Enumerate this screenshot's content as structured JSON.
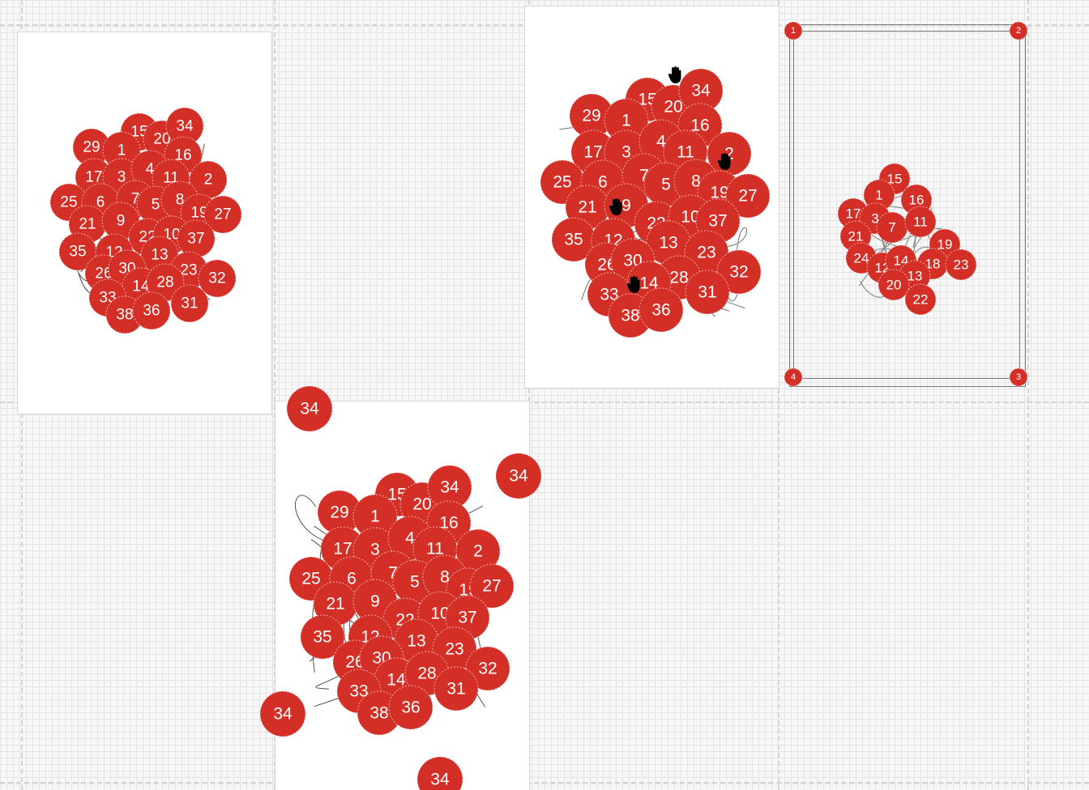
{
  "colors": {
    "marker": "#d42f26",
    "marker_stroke": "#ffffff",
    "path": "#333333",
    "grid": "#e4e4e4"
  },
  "icons": {
    "hand": "hand-cursor-icon"
  },
  "boards": [
    {
      "name": "board-top-left",
      "markers": [
        {
          "label": "29"
        },
        {
          "label": "15"
        },
        {
          "label": "20"
        },
        {
          "label": "34"
        },
        {
          "label": "1"
        },
        {
          "label": "16"
        },
        {
          "label": "17"
        },
        {
          "label": "3"
        },
        {
          "label": "4"
        },
        {
          "label": "11"
        },
        {
          "label": "2"
        },
        {
          "label": "25"
        },
        {
          "label": "6"
        },
        {
          "label": "7"
        },
        {
          "label": "5"
        },
        {
          "label": "8"
        },
        {
          "label": "19"
        },
        {
          "label": "27"
        },
        {
          "label": "21"
        },
        {
          "label": "9"
        },
        {
          "label": "22"
        },
        {
          "label": "10"
        },
        {
          "label": "37"
        },
        {
          "label": "35"
        },
        {
          "label": "12"
        },
        {
          "label": "13"
        },
        {
          "label": "23"
        },
        {
          "label": "26"
        },
        {
          "label": "30"
        },
        {
          "label": "14"
        },
        {
          "label": "28"
        },
        {
          "label": "32"
        },
        {
          "label": "33"
        },
        {
          "label": "38"
        },
        {
          "label": "36"
        },
        {
          "label": "31"
        }
      ]
    },
    {
      "name": "board-top-middle",
      "markers": [
        {
          "label": "15"
        },
        {
          "label": "20"
        },
        {
          "label": "34"
        },
        {
          "label": "29"
        },
        {
          "label": "1"
        },
        {
          "label": "16"
        },
        {
          "label": "17"
        },
        {
          "label": "3"
        },
        {
          "label": "4"
        },
        {
          "label": "11"
        },
        {
          "label": "2"
        },
        {
          "label": "25"
        },
        {
          "label": "6"
        },
        {
          "label": "7"
        },
        {
          "label": "5"
        },
        {
          "label": "8"
        },
        {
          "label": "19"
        },
        {
          "label": "27"
        },
        {
          "label": "21"
        },
        {
          "label": "9"
        },
        {
          "label": "22"
        },
        {
          "label": "10"
        },
        {
          "label": "37"
        },
        {
          "label": "35"
        },
        {
          "label": "12"
        },
        {
          "label": "13"
        },
        {
          "label": "23"
        },
        {
          "label": "26"
        },
        {
          "label": "30"
        },
        {
          "label": "28"
        },
        {
          "label": "32"
        },
        {
          "label": "14"
        },
        {
          "label": "33"
        },
        {
          "label": "31"
        },
        {
          "label": "38"
        },
        {
          "label": "36"
        }
      ]
    },
    {
      "name": "board-top-right",
      "markers": [
        {
          "label": "15"
        },
        {
          "label": "1"
        },
        {
          "label": "16"
        },
        {
          "label": "17"
        },
        {
          "label": "3"
        },
        {
          "label": "7"
        },
        {
          "label": "11"
        },
        {
          "label": "21"
        },
        {
          "label": "19"
        },
        {
          "label": "24"
        },
        {
          "label": "12"
        },
        {
          "label": "14"
        },
        {
          "label": "18"
        },
        {
          "label": "23"
        },
        {
          "label": "13"
        },
        {
          "label": "20"
        },
        {
          "label": "22"
        }
      ],
      "corners": [
        {
          "label": "1"
        },
        {
          "label": "2"
        },
        {
          "label": "4"
        },
        {
          "label": "3"
        }
      ]
    },
    {
      "name": "board-bottom-middle",
      "markers": [
        {
          "label": "29"
        },
        {
          "label": "15"
        },
        {
          "label": "20"
        },
        {
          "label": "34"
        },
        {
          "label": "1"
        },
        {
          "label": "16"
        },
        {
          "label": "17"
        },
        {
          "label": "3"
        },
        {
          "label": "4"
        },
        {
          "label": "11"
        },
        {
          "label": "2"
        },
        {
          "label": "25"
        },
        {
          "label": "6"
        },
        {
          "label": "7"
        },
        {
          "label": "5"
        },
        {
          "label": "8"
        },
        {
          "label": "19"
        },
        {
          "label": "27"
        },
        {
          "label": "21"
        },
        {
          "label": "9"
        },
        {
          "label": "22"
        },
        {
          "label": "10"
        },
        {
          "label": "37"
        },
        {
          "label": "35"
        },
        {
          "label": "12"
        },
        {
          "label": "13"
        },
        {
          "label": "23"
        },
        {
          "label": "26"
        },
        {
          "label": "30"
        },
        {
          "label": "14"
        },
        {
          "label": "28"
        },
        {
          "label": "32"
        },
        {
          "label": "33"
        },
        {
          "label": "38"
        },
        {
          "label": "36"
        },
        {
          "label": "31"
        }
      ],
      "floating": [
        {
          "label": "34"
        },
        {
          "label": "34"
        },
        {
          "label": "34"
        },
        {
          "label": "34"
        }
      ]
    }
  ]
}
